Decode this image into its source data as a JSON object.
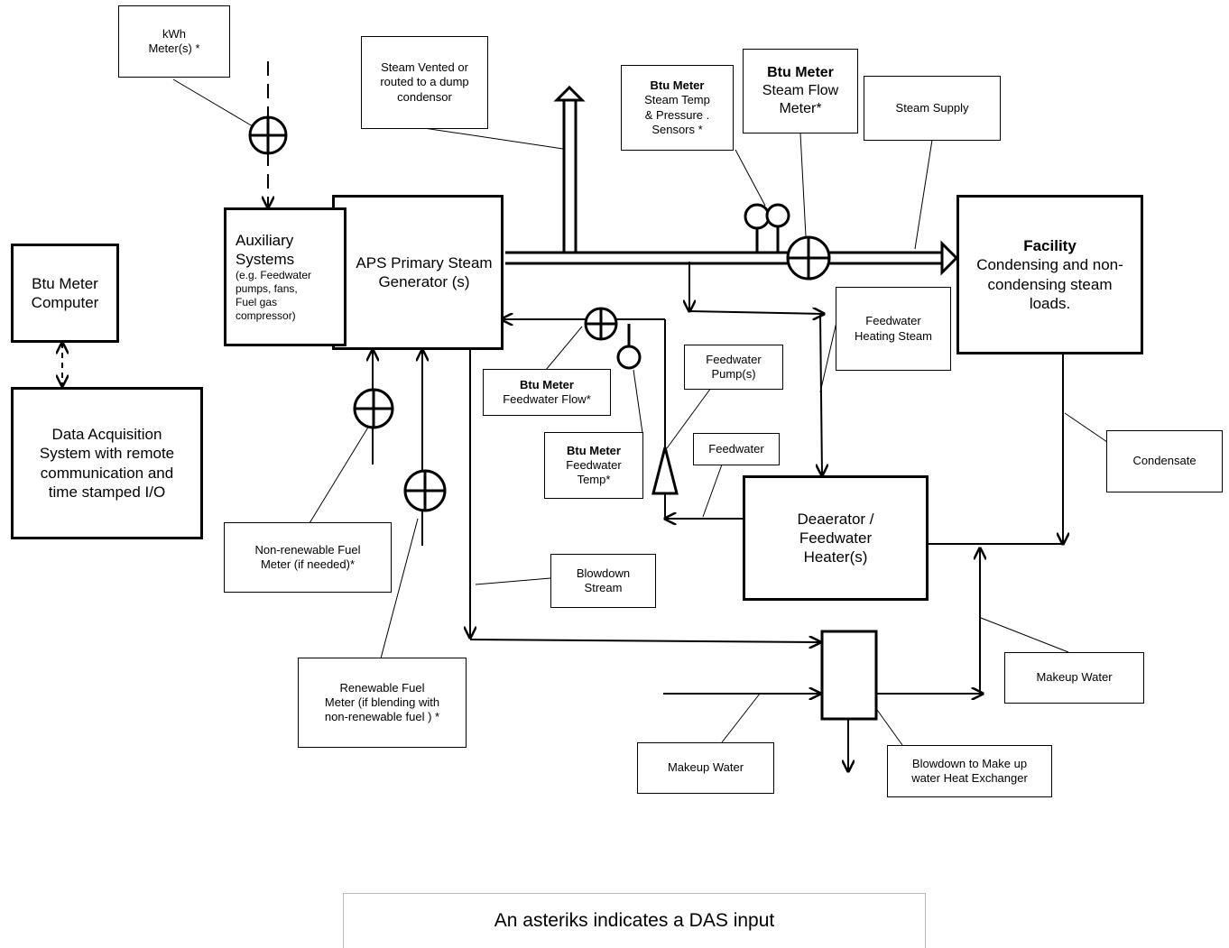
{
  "main_blocks": {
    "btu_computer": [
      "Btu Meter",
      "Computer"
    ],
    "das": [
      "Data Acquisition",
      "System with remote",
      "communication and",
      "time stamped I/O"
    ],
    "auxiliary": {
      "title": [
        "Auxiliary",
        "Systems"
      ],
      "detail": [
        "(e.g. Feedwater",
        "pumps, fans,",
        "Fuel gas",
        "compressor)"
      ]
    },
    "aps": [
      "APS Primary Steam",
      "Generator (s)"
    ],
    "facility": {
      "title": "Facility",
      "detail": [
        "Condensing and non-",
        "condensing steam",
        "loads."
      ]
    },
    "deaerator": [
      "Deaerator /",
      "Feedwater",
      "Heater(s)"
    ]
  },
  "callouts": {
    "kwh": [
      "kWh",
      "Meter(s) *"
    ],
    "steam_vented": [
      "Steam Vented or",
      "routed to a dump",
      "condensor"
    ],
    "temp_sensors": {
      "title": "Btu Meter",
      "detail": [
        "Steam Temp",
        "& Pressure .",
        "Sensors *"
      ]
    },
    "steam_flow": {
      "title": "Btu Meter",
      "detail": [
        "Steam Flow",
        "Meter*"
      ]
    },
    "steam_supply": "Steam Supply",
    "fw_heating": [
      "Feedwater",
      "Heating Steam"
    ],
    "fw_flow": {
      "title": "Btu Meter",
      "detail": "Feedwater Flow*"
    },
    "fw_pumps": [
      "Feedwater",
      "Pump(s)"
    ],
    "fw_temp": {
      "title": "Btu Meter",
      "detail": [
        "Feedwater",
        "Temp*"
      ]
    },
    "feedwater": "Feedwater",
    "condensate": "Condensate",
    "nonrenew": [
      "Non-renewable Fuel",
      "Meter  (if needed)*"
    ],
    "blowdown": [
      "Blowdown",
      "Stream"
    ],
    "renewable": [
      "Renewable  Fuel",
      "Meter  (if blending with",
      "non-renewable fuel ) *"
    ],
    "makeup_right": "Makeup Water",
    "makeup_bottom": "Makeup Water",
    "blowdown_hx": [
      "Blowdown to Make up",
      "water Heat Exchanger"
    ]
  },
  "footnote": "An asteriks indicates a DAS input",
  "colors": {
    "line": "#000000",
    "background": "#ffffff",
    "footnote_border": "#bbbbbb"
  }
}
